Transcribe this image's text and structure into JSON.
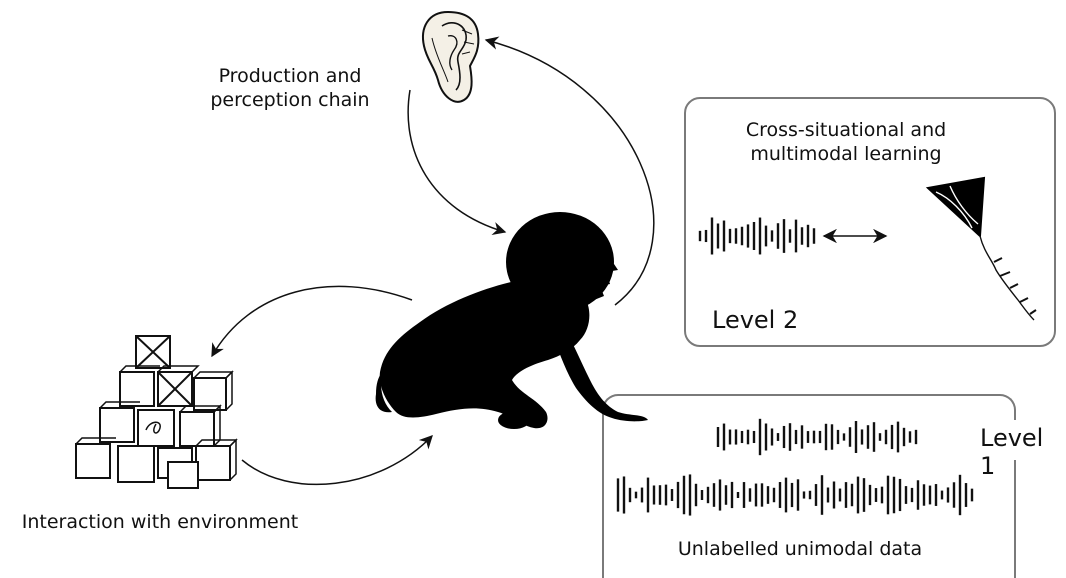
{
  "labels": {
    "production_line1": "Production and",
    "production_line2": "perception chain",
    "cross_line1": "Cross-situational and",
    "cross_line2": "multimodal learning",
    "level2": "Level 2",
    "level1": "Level 1",
    "unlabelled": "Unlabelled unimodal data",
    "interaction": "Interaction with environment"
  },
  "icons": {
    "baby": "crawling-baby-silhouette-icon",
    "ear": "ear-icon",
    "kite": "kite-icon",
    "blocks": "toy-blocks-icon"
  },
  "colors": {
    "box_border": "#7a7a7a",
    "ink": "#111111"
  }
}
